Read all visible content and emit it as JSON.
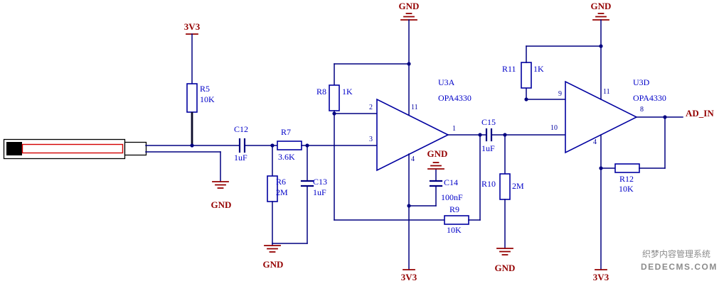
{
  "nets": {
    "vcc": "3V3",
    "gnd": "GND",
    "output": "AD_IN"
  },
  "ics": {
    "u3a": {
      "ref": "U3A",
      "part": "OPA4330",
      "pin_inverting": "2",
      "pin_noninverting": "3",
      "pin_output": "1",
      "pin_vminus": "11",
      "pin_vplus": "4"
    },
    "u3d": {
      "ref": "U3D",
      "part": "OPA4330",
      "pin_inverting": "9",
      "pin_noninverting": "10",
      "pin_output": "8",
      "pin_vminus": "11",
      "pin_vplus": "4"
    }
  },
  "resistors": {
    "r5": {
      "ref": "R5",
      "value": "10K"
    },
    "r6": {
      "ref": "R6",
      "value": "2M"
    },
    "r7": {
      "ref": "R7",
      "value": "3.6K"
    },
    "r8": {
      "ref": "R8",
      "value": "1K"
    },
    "r9": {
      "ref": "R9",
      "value": "10K"
    },
    "r10": {
      "ref": "R10",
      "value": "2M"
    },
    "r11": {
      "ref": "R11",
      "value": "1K"
    },
    "r12": {
      "ref": "R12",
      "value": "10K"
    }
  },
  "capacitors": {
    "c12": {
      "ref": "C12",
      "value": "1uF"
    },
    "c13": {
      "ref": "C13",
      "value": "1uF"
    },
    "c14": {
      "ref": "C14",
      "value": "100nF"
    },
    "c15": {
      "ref": "C15",
      "value": "1uF"
    }
  },
  "watermark": {
    "line1": "织梦内容管理系统",
    "line2": "DEDECMS.COM"
  },
  "colors": {
    "wire": "#000080",
    "component": "#0000A0",
    "label_text": "#0000C8",
    "power": "#940000",
    "probe_red": "#D40000",
    "watermark": "#8C8C8C"
  }
}
